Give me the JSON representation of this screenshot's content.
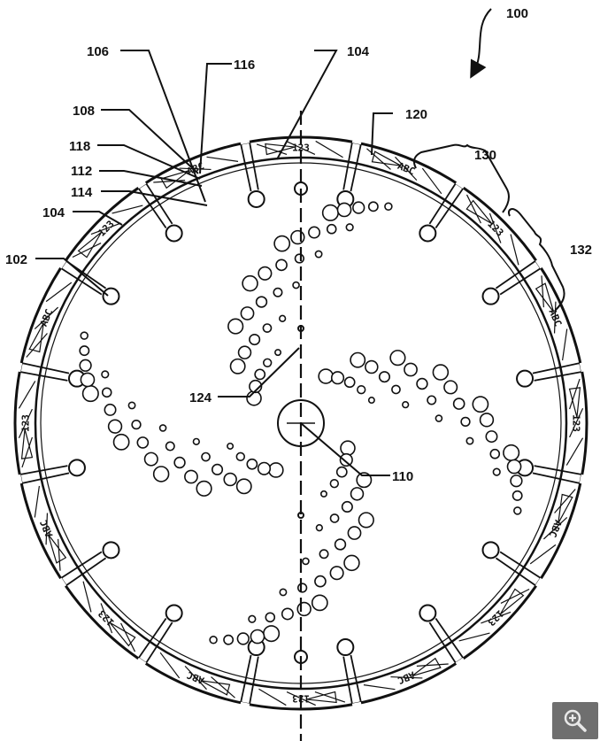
{
  "figure": {
    "reference_labels": {
      "r100": "100",
      "r106": "106",
      "r116": "116",
      "r104_top": "104",
      "r120": "120",
      "r108": "108",
      "r118": "118",
      "r112": "112",
      "r114": "114",
      "r104_left": "104",
      "r130": "130",
      "r132": "132",
      "r102": "102",
      "r124": "124",
      "r110": "110"
    },
    "segment_markings": [
      "ABC",
      "123"
    ]
  },
  "viewer": {
    "zoom_icon": "zoom-in-icon"
  }
}
